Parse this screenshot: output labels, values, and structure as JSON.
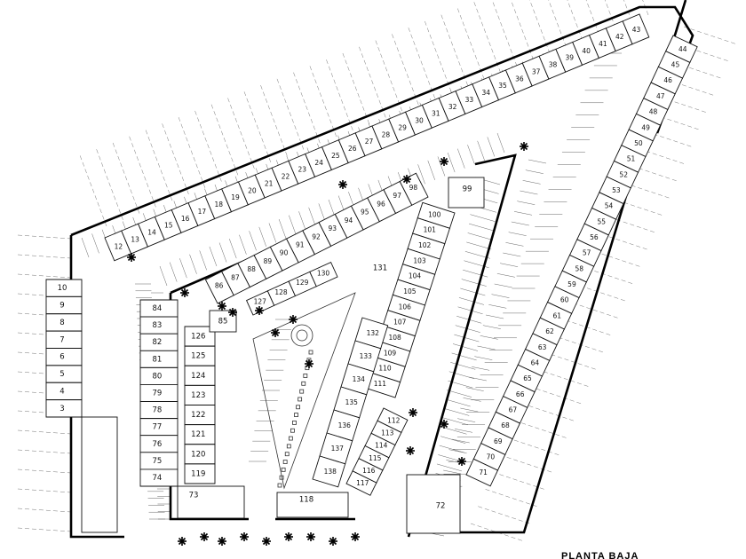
{
  "plan": {
    "title": "PLANTA BAJA",
    "units": {
      "top_row": [
        "12",
        "13",
        "14",
        "15",
        "16",
        "17",
        "18",
        "19",
        "20",
        "21",
        "22",
        "23",
        "24",
        "25",
        "26",
        "27",
        "28",
        "29",
        "30",
        "31",
        "32",
        "33",
        "34",
        "35",
        "36",
        "37",
        "38",
        "39",
        "40",
        "41",
        "42",
        "43"
      ],
      "right_column": [
        "44",
        "45",
        "46",
        "47",
        "48",
        "49",
        "50",
        "51",
        "52",
        "53",
        "54",
        "55",
        "56",
        "57",
        "58",
        "59",
        "60",
        "61",
        "62",
        "63",
        "64",
        "65",
        "66",
        "67",
        "68",
        "69",
        "70",
        "71"
      ],
      "right_anchor": "72",
      "left_column": [
        "10",
        "9",
        "8",
        "7",
        "6",
        "5",
        "4",
        "3"
      ],
      "inner_left_column": [
        "84",
        "83",
        "82",
        "81",
        "80",
        "79",
        "78",
        "77",
        "76",
        "75",
        "74"
      ],
      "inner_left_anchor": "73",
      "inner_left_column_b": [
        "126",
        "125",
        "124",
        "123",
        "122",
        "121",
        "120",
        "119"
      ],
      "inner_top_row": [
        "86",
        "87",
        "88",
        "89",
        "90",
        "91",
        "92",
        "93",
        "94",
        "95",
        "96",
        "97",
        "98"
      ],
      "inner_top_row_b": [
        "127",
        "128",
        "129",
        "130"
      ],
      "anchor_99": "99",
      "anchor_131": "131",
      "inner_diag_a": [
        "100",
        "101",
        "102",
        "103",
        "104",
        "105",
        "106",
        "107",
        "108",
        "109",
        "110",
        "111"
      ],
      "inner_diag_b": [
        "132",
        "133",
        "134",
        "135",
        "136",
        "137",
        "138"
      ],
      "inner_diag_c": [
        "112",
        "113",
        "114",
        "115",
        "116",
        "117"
      ],
      "anchor_118": "118",
      "anchor_85": "85"
    },
    "colors": {
      "line": "#111111",
      "background": "#ffffff"
    }
  }
}
